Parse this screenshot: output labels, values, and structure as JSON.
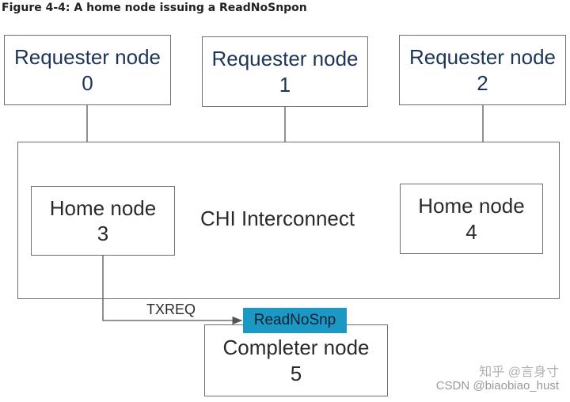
{
  "figure": {
    "title": "Figure 4-4: A home node issuing a ReadNoSnpon"
  },
  "requesters": [
    {
      "label": "Requester node",
      "number": "0"
    },
    {
      "label": "Requester node",
      "number": "1"
    },
    {
      "label": "Requester node",
      "number": "2"
    }
  ],
  "interconnect": {
    "label": "CHI Interconnect"
  },
  "home_nodes": [
    {
      "label": "Home node",
      "number": "3"
    },
    {
      "label": "Home node",
      "number": "4"
    }
  ],
  "channel": {
    "label": "TXREQ"
  },
  "message": {
    "label": "ReadNoSnp",
    "color": "#1b98c4"
  },
  "completer": {
    "label": "Completer node",
    "number": "5"
  },
  "watermark": {
    "line1": "知乎 @言身寸",
    "line2": "CSDN @biaobiao_hust"
  }
}
